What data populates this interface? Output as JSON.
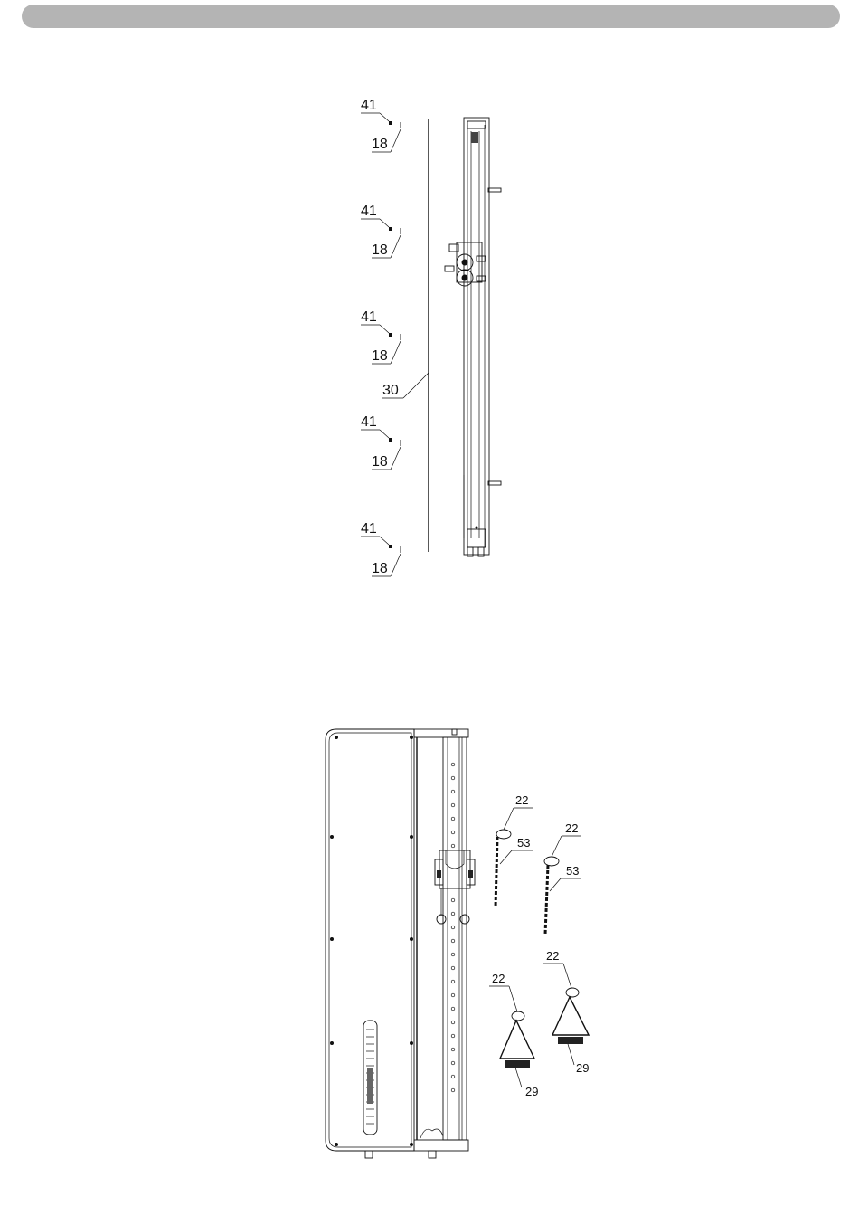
{
  "header_bar": {
    "color": "#b4b4b4"
  },
  "figure_top": {
    "callouts": {
      "c1": {
        "bolt": "41",
        "washer": "18"
      },
      "c2": {
        "bolt": "41",
        "washer": "18"
      },
      "c3": {
        "bolt": "41",
        "washer": "18"
      },
      "c4": {
        "bolt": "41",
        "washer": "18"
      },
      "c5": {
        "bolt": "41",
        "washer": "18"
      },
      "cover": "30"
    }
  },
  "figure_bottom": {
    "callouts": {
      "chain1_clip": "22",
      "chain1_chain": "53",
      "chain2_clip": "22",
      "chain2_chain": "53",
      "handle1_clip": "22",
      "handle1_handle": "29",
      "handle2_clip": "22",
      "handle2_handle": "29"
    }
  }
}
